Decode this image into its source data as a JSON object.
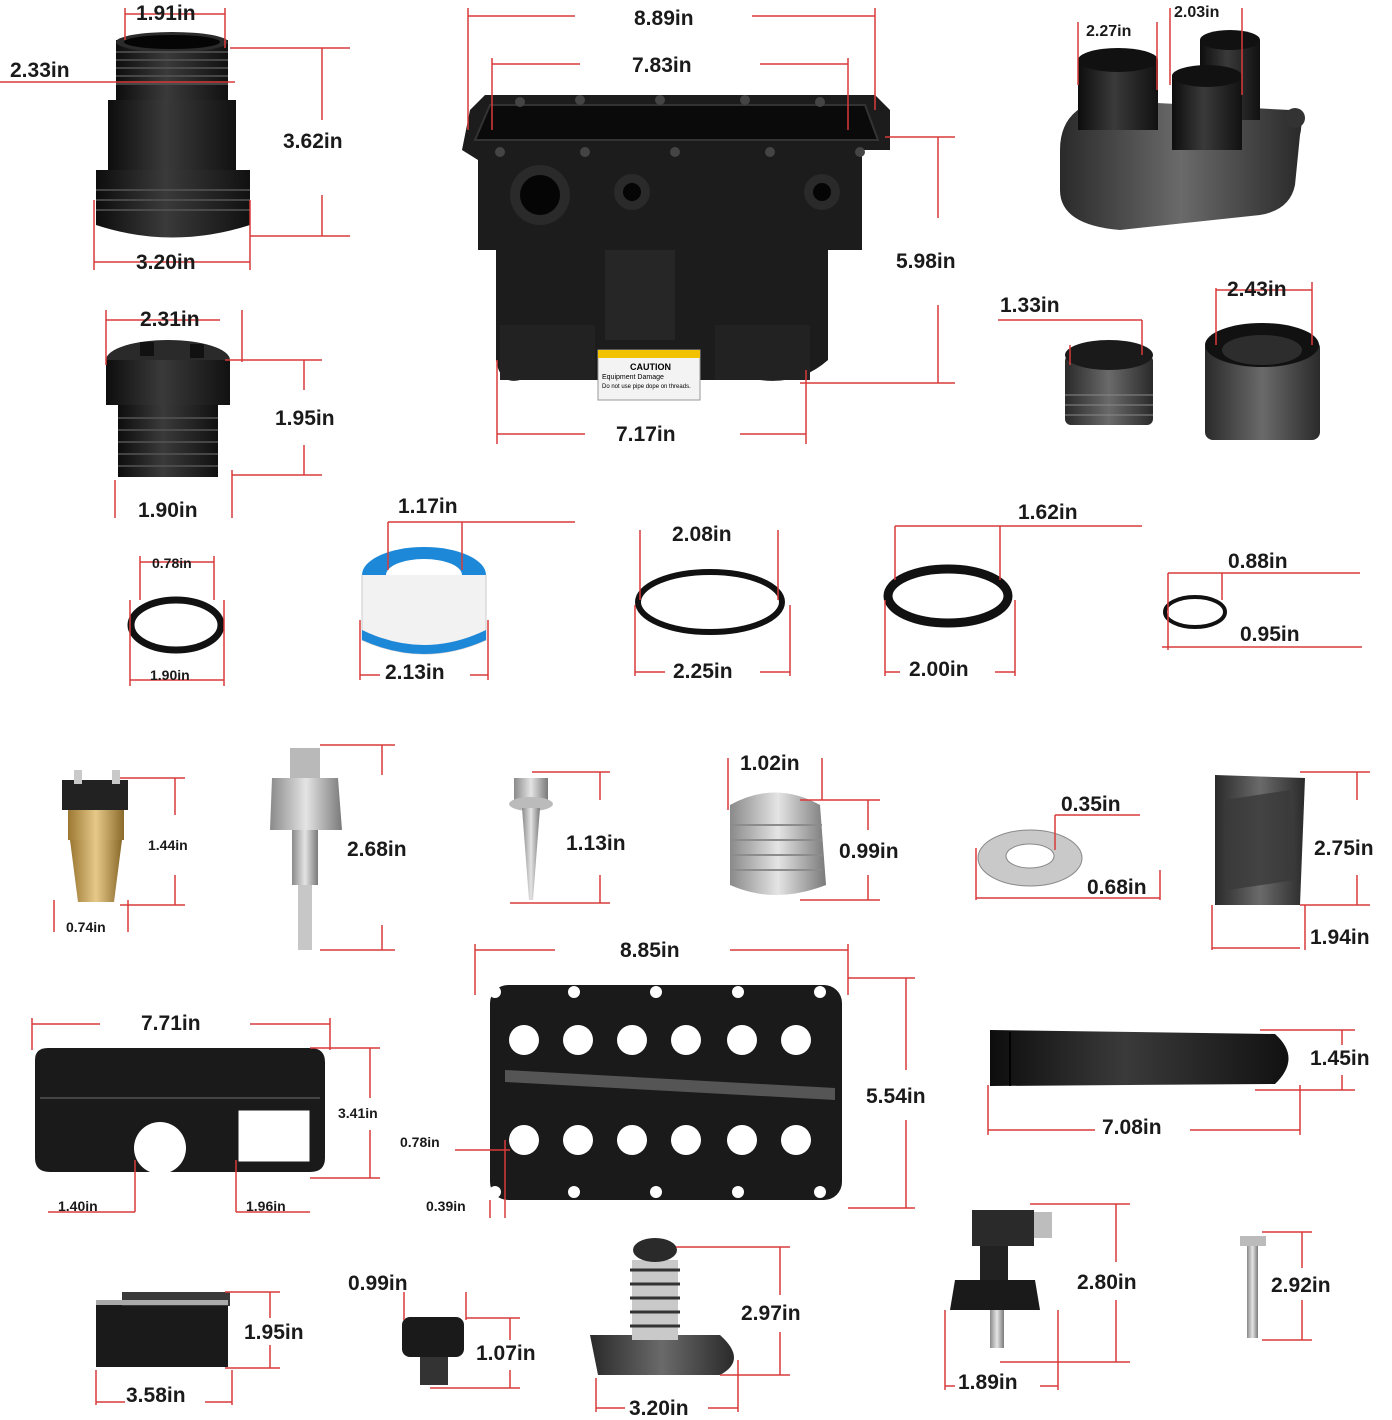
{
  "colors": {
    "dimension_line": "#d83a3a",
    "part_dark": "#1c1c1c",
    "part_metal": "#a9a9a9",
    "brass": "#c7a25a",
    "tape_blue": "#1e88d8"
  },
  "labels": {
    "d1": "1.91in",
    "d2": "2.33in",
    "d3": "3.62in",
    "d4": "3.20in",
    "d5": "8.89in",
    "d6": "7.83in",
    "d7": "5.98in",
    "d8": "7.17in",
    "d9": "2.27in",
    "d10": "2.03in",
    "d11": "2.31in",
    "d12": "1.95in",
    "d13": "1.90in",
    "d14": "1.33in",
    "d15": "2.43in",
    "d16": "0.78in",
    "d17": "1.90in",
    "d18": "1.17in",
    "d19": "2.13in",
    "d20": "2.08in",
    "d21": "2.25in",
    "d22": "1.62in",
    "d23": "2.00in",
    "d24": "0.88in",
    "d25": "0.95in",
    "d26": "1.44in",
    "d27": "0.74in",
    "d28": "2.68in",
    "d29": "1.13in",
    "d30": "1.02in",
    "d31": "0.99in",
    "d32": "0.35in",
    "d33": "0.68in",
    "d34": "2.75in",
    "d35": "1.94in",
    "d36": "8.85in",
    "d37": "5.54in",
    "d38": "7.71in",
    "d39": "3.41in",
    "d40": "1.40in",
    "d41": "1.96in",
    "d42": "0.78in",
    "d43": "0.39in",
    "d44": "1.45in",
    "d45": "7.08in",
    "d46": "1.95in",
    "d47": "3.58in",
    "d48": "0.99in",
    "d49": "1.07in",
    "d50": "2.97in",
    "d51": "3.20in",
    "d52": "2.80in",
    "d53": "1.89in",
    "d54": "2.92in"
  },
  "caution_label": {
    "title": "CAUTION",
    "line1": "Equipment Damage",
    "line2": "Do not use pipe dope on threads."
  }
}
